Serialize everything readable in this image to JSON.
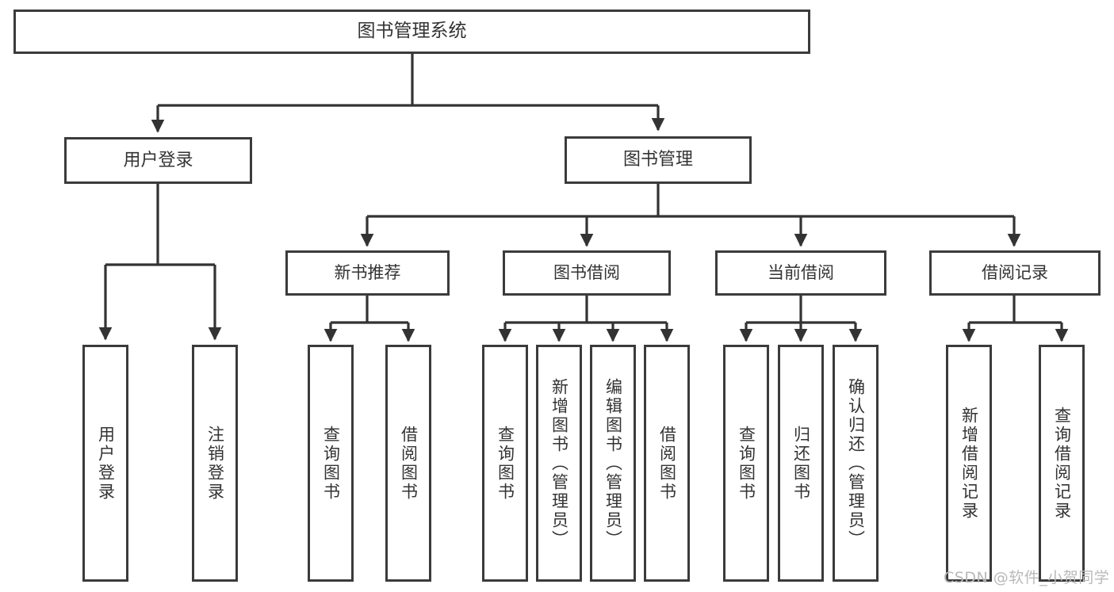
{
  "diagram": {
    "title": "图书管理系统",
    "type": "tree-hierarchy-chart",
    "colors": {
      "box_border": "#3b3b3b",
      "box_fill": "#ffffff",
      "connector": "#333333",
      "text": "#333333",
      "watermark": "#b9b9b9",
      "background": "#ffffff"
    },
    "root": {
      "label": "图书管理系统"
    },
    "level1": [
      {
        "label": "用户登录"
      },
      {
        "label": "图书管理"
      }
    ],
    "level2": [
      {
        "label": "新书推荐"
      },
      {
        "label": "图书借阅"
      },
      {
        "label": "当前借阅"
      },
      {
        "label": "借阅记录"
      }
    ],
    "leaves": {
      "user_login": [
        {
          "label": "用户登录"
        },
        {
          "label": "注销登录"
        }
      ],
      "new_book_recommend": [
        {
          "label": "查询图书"
        },
        {
          "label": "借阅图书"
        }
      ],
      "book_borrow": [
        {
          "label": "查询图书"
        },
        {
          "label": "新增图书（管理员）"
        },
        {
          "label": "编辑图书（管理员）"
        },
        {
          "label": "借阅图书"
        }
      ],
      "current_borrow": [
        {
          "label": "查询图书"
        },
        {
          "label": "归还图书"
        },
        {
          "label": "确认归还（管理员）"
        }
      ],
      "borrow_record": [
        {
          "label": "新增借阅记录"
        },
        {
          "label": "查询借阅记录"
        }
      ]
    },
    "watermark": "CSDN @软件_小贺同学"
  }
}
